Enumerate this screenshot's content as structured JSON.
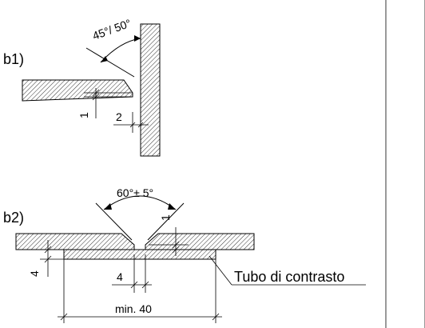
{
  "detail_b1": {
    "label": "b1)",
    "angle": "45°/ 50°",
    "dim_root_face": "1",
    "dim_gap": "2"
  },
  "detail_b2": {
    "label": "b2)",
    "angle": "60°± 5°",
    "dim_root_face": "1",
    "dim_backing_thickness": "4",
    "dim_gap": "4",
    "dim_backing_width": "min. 40",
    "backing_label": "Tubo di contrasto"
  }
}
